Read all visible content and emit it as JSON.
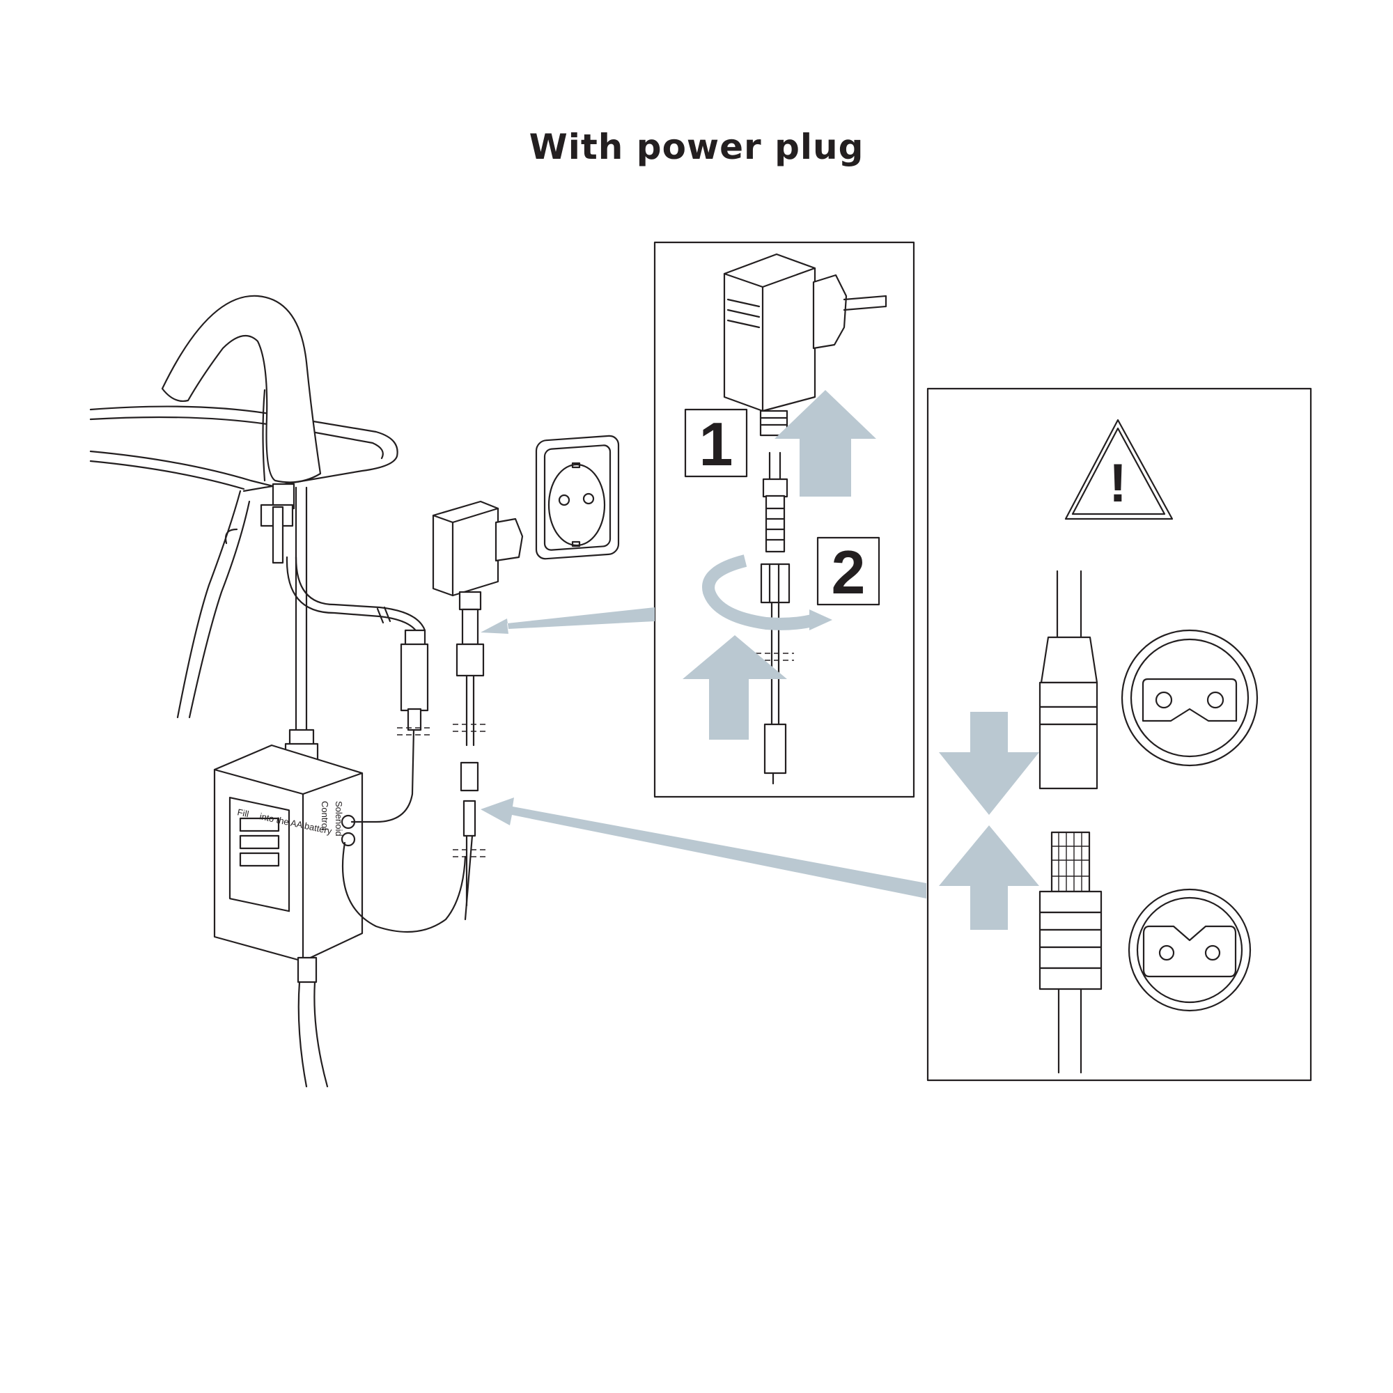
{
  "title": "With power plug",
  "steps": {
    "step1": "1",
    "step2": "2"
  },
  "warning": {
    "symbol": "!"
  },
  "box_label": {
    "line1": "Fill",
    "line2": "into the AA battery"
  },
  "side_label": {
    "control": "Control",
    "solenoid": "Solenoid"
  },
  "colors": {
    "arrow": "#bac8d1",
    "line": "#231f20",
    "background": "#ffffff"
  }
}
